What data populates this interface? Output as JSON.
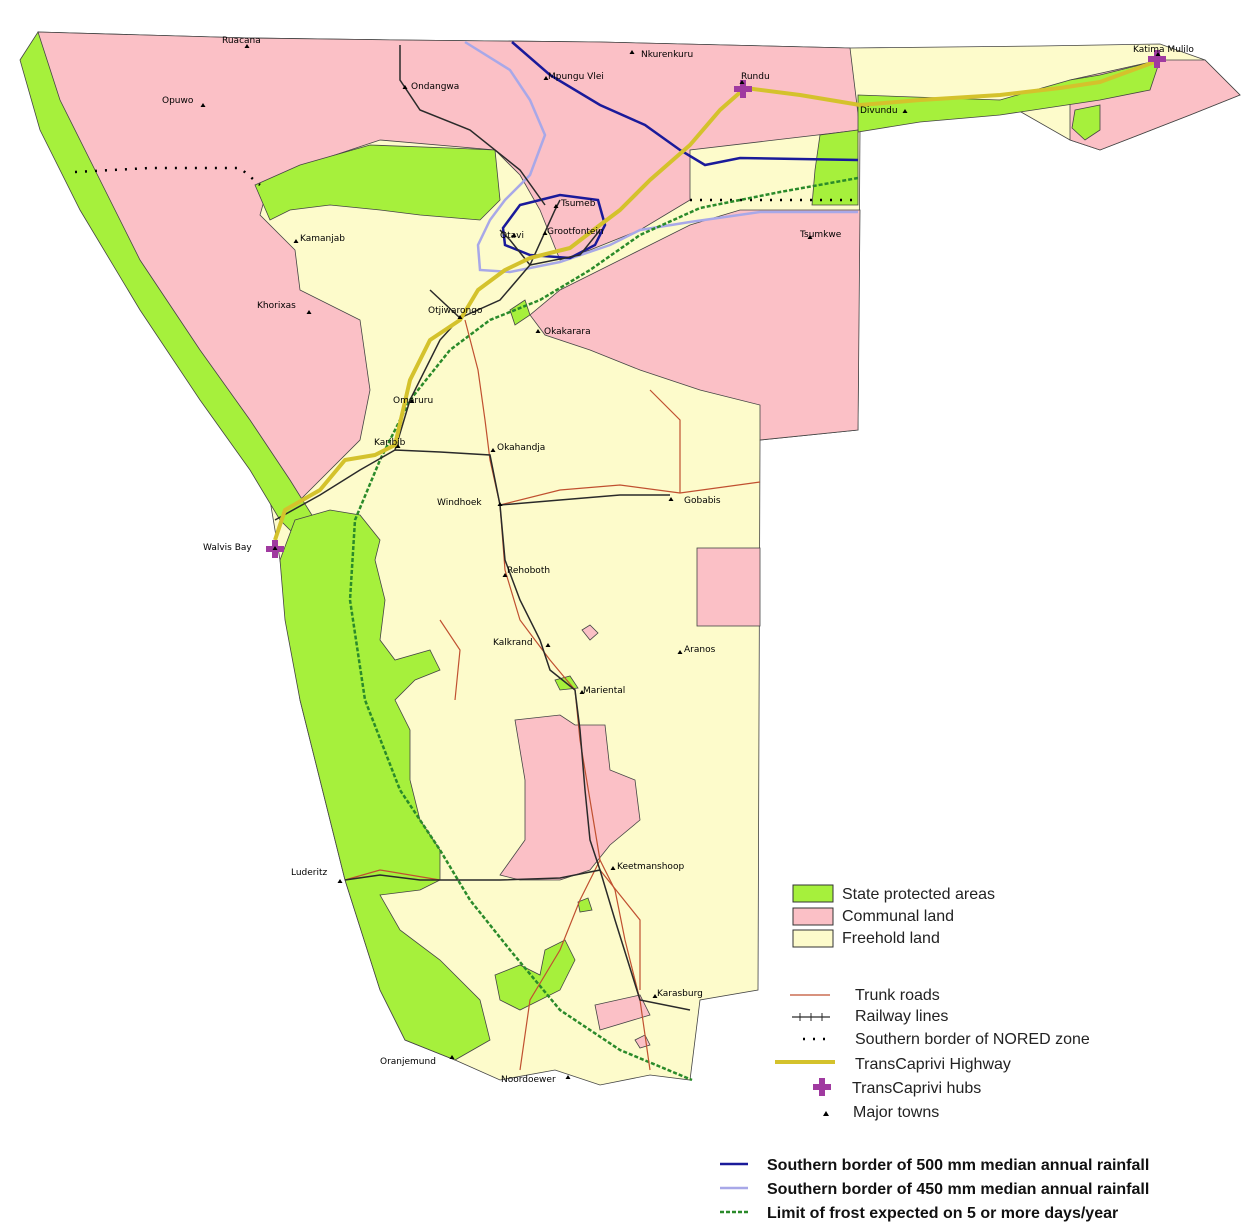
{
  "colors": {
    "protected": "#a6f03c",
    "communal": "#fbc0c6",
    "freehold": "#fdfbcb",
    "trunk_road": "#c05030",
    "railway": "#2a2a2a",
    "nored": "#000000",
    "highway": "#d4c22c",
    "hub": "#a03aa0",
    "rain500": "#1a1a9a",
    "rain450": "#a8a8e8",
    "frost": "#2a8a2a"
  },
  "towns": [
    {
      "id": "ruacana",
      "label": "Ruacana"
    },
    {
      "id": "nkurenkuru",
      "label": "Nkurenkuru"
    },
    {
      "id": "katima",
      "label": "Katima Mulilo"
    },
    {
      "id": "opuwo",
      "label": "Opuwo"
    },
    {
      "id": "ondangwa",
      "label": "Ondangwa"
    },
    {
      "id": "mpungu",
      "label": "Mpungu Vlei"
    },
    {
      "id": "rundu",
      "label": "Rundu"
    },
    {
      "id": "divundu",
      "label": "Divundu"
    },
    {
      "id": "tsumeb",
      "label": "Tsumeb"
    },
    {
      "id": "otavi",
      "label": "Otavi"
    },
    {
      "id": "grootfontein",
      "label": "Grootfontein"
    },
    {
      "id": "tsumkwe",
      "label": "Tsumkwe"
    },
    {
      "id": "kamanjab",
      "label": "Kamanjab"
    },
    {
      "id": "khorixas",
      "label": "Khorixas"
    },
    {
      "id": "otjiwarongo",
      "label": "Otjiwarongo"
    },
    {
      "id": "okakarara",
      "label": "Okakarara"
    },
    {
      "id": "omaruru",
      "label": "Omaruru"
    },
    {
      "id": "karibib",
      "label": "Karibib"
    },
    {
      "id": "okahandja",
      "label": "Okahandja"
    },
    {
      "id": "windhoek",
      "label": "Windhoek"
    },
    {
      "id": "gobabis",
      "label": "Gobabis"
    },
    {
      "id": "walvis",
      "label": "Walvis Bay"
    },
    {
      "id": "rehoboth",
      "label": "Rehoboth"
    },
    {
      "id": "kalkrand",
      "label": "Kalkrand"
    },
    {
      "id": "aranos",
      "label": "Aranos"
    },
    {
      "id": "mariental",
      "label": "Mariental"
    },
    {
      "id": "keetmanshoop",
      "label": "Keetmanshoop"
    },
    {
      "id": "luderitz",
      "label": "Luderitz"
    },
    {
      "id": "karasburg",
      "label": "Karasburg"
    },
    {
      "id": "oranjemund",
      "label": "Oranjemund"
    },
    {
      "id": "noordoewer",
      "label": "Noordoewer"
    }
  ],
  "legend": {
    "areas": [
      {
        "label": "State protected areas",
        "color": "#a6f03c"
      },
      {
        "label": "Communal land",
        "color": "#fbc0c6"
      },
      {
        "label": "Freehold land",
        "color": "#fdfbcb"
      }
    ],
    "lines": [
      {
        "label": "Trunk roads"
      },
      {
        "label": "Railway lines"
      },
      {
        "label": "Southern border of NORED zone"
      },
      {
        "label": "TransCaprivi Highway"
      },
      {
        "label": "TransCaprivi hubs"
      },
      {
        "label": "Major towns"
      }
    ],
    "climate": [
      {
        "label": "Southern border of 500 mm median annual rainfall"
      },
      {
        "label": "Southern border of 450 mm median annual rainfall"
      },
      {
        "label": "Limit of frost expected on 5 or more days/year"
      }
    ]
  }
}
